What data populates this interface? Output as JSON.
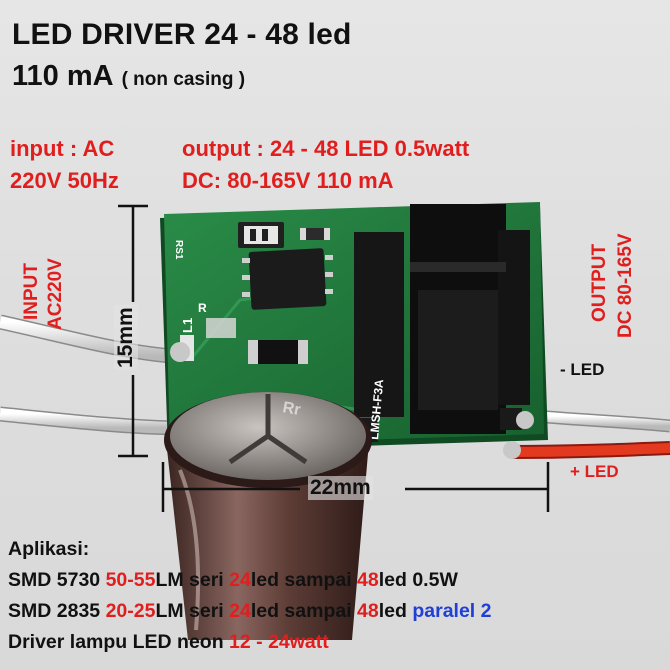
{
  "title": {
    "line1": "LED DRIVER 24 - 48 led",
    "line2_main": "110 mA",
    "line2_sub": "( non casing )"
  },
  "input_spec": {
    "line1": "input  : AC",
    "line2": "220V 50Hz"
  },
  "output_spec": {
    "line1": "output  : 24 - 48 LED 0.5watt",
    "line2": "DC: 80-165V  110 mA"
  },
  "side_labels": {
    "input_line1": "INPUT",
    "input_line2": "AC220V",
    "output_line1": "OUTPUT",
    "output_line2": "DC 80-165V"
  },
  "dimensions": {
    "height": "15mm",
    "width": "22mm"
  },
  "wire_labels": {
    "minus": "- LED",
    "plus": "+ LED"
  },
  "board_markings": {
    "rs1": "RS1",
    "l1": "L1",
    "r": "R",
    "print": "LMSH-F3A",
    "cap_mark": "Rr"
  },
  "application": {
    "heading": "Aplikasi:",
    "row1": {
      "a": "SMD 5730 ",
      "b": "50-55",
      "c": "LM  seri ",
      "d": "24",
      "e": "led sampai ",
      "f": "48",
      "g": "led 0.5W"
    },
    "row2": {
      "a": "SMD 2835 ",
      "b": "20-25",
      "c": "LM seri ",
      "d": "24",
      "e": "led sampai ",
      "f": "48",
      "g": "led ",
      "h": "paralel 2"
    },
    "row3": {
      "a": "Driver lampu LED neon ",
      "b": "12 - 24",
      "c": "watt"
    }
  },
  "colors": {
    "accent_red": "#e01e1e",
    "accent_blue": "#1f3fd6",
    "pcb_green": "#1f7a3c",
    "capacitor": "#5a3a34"
  }
}
